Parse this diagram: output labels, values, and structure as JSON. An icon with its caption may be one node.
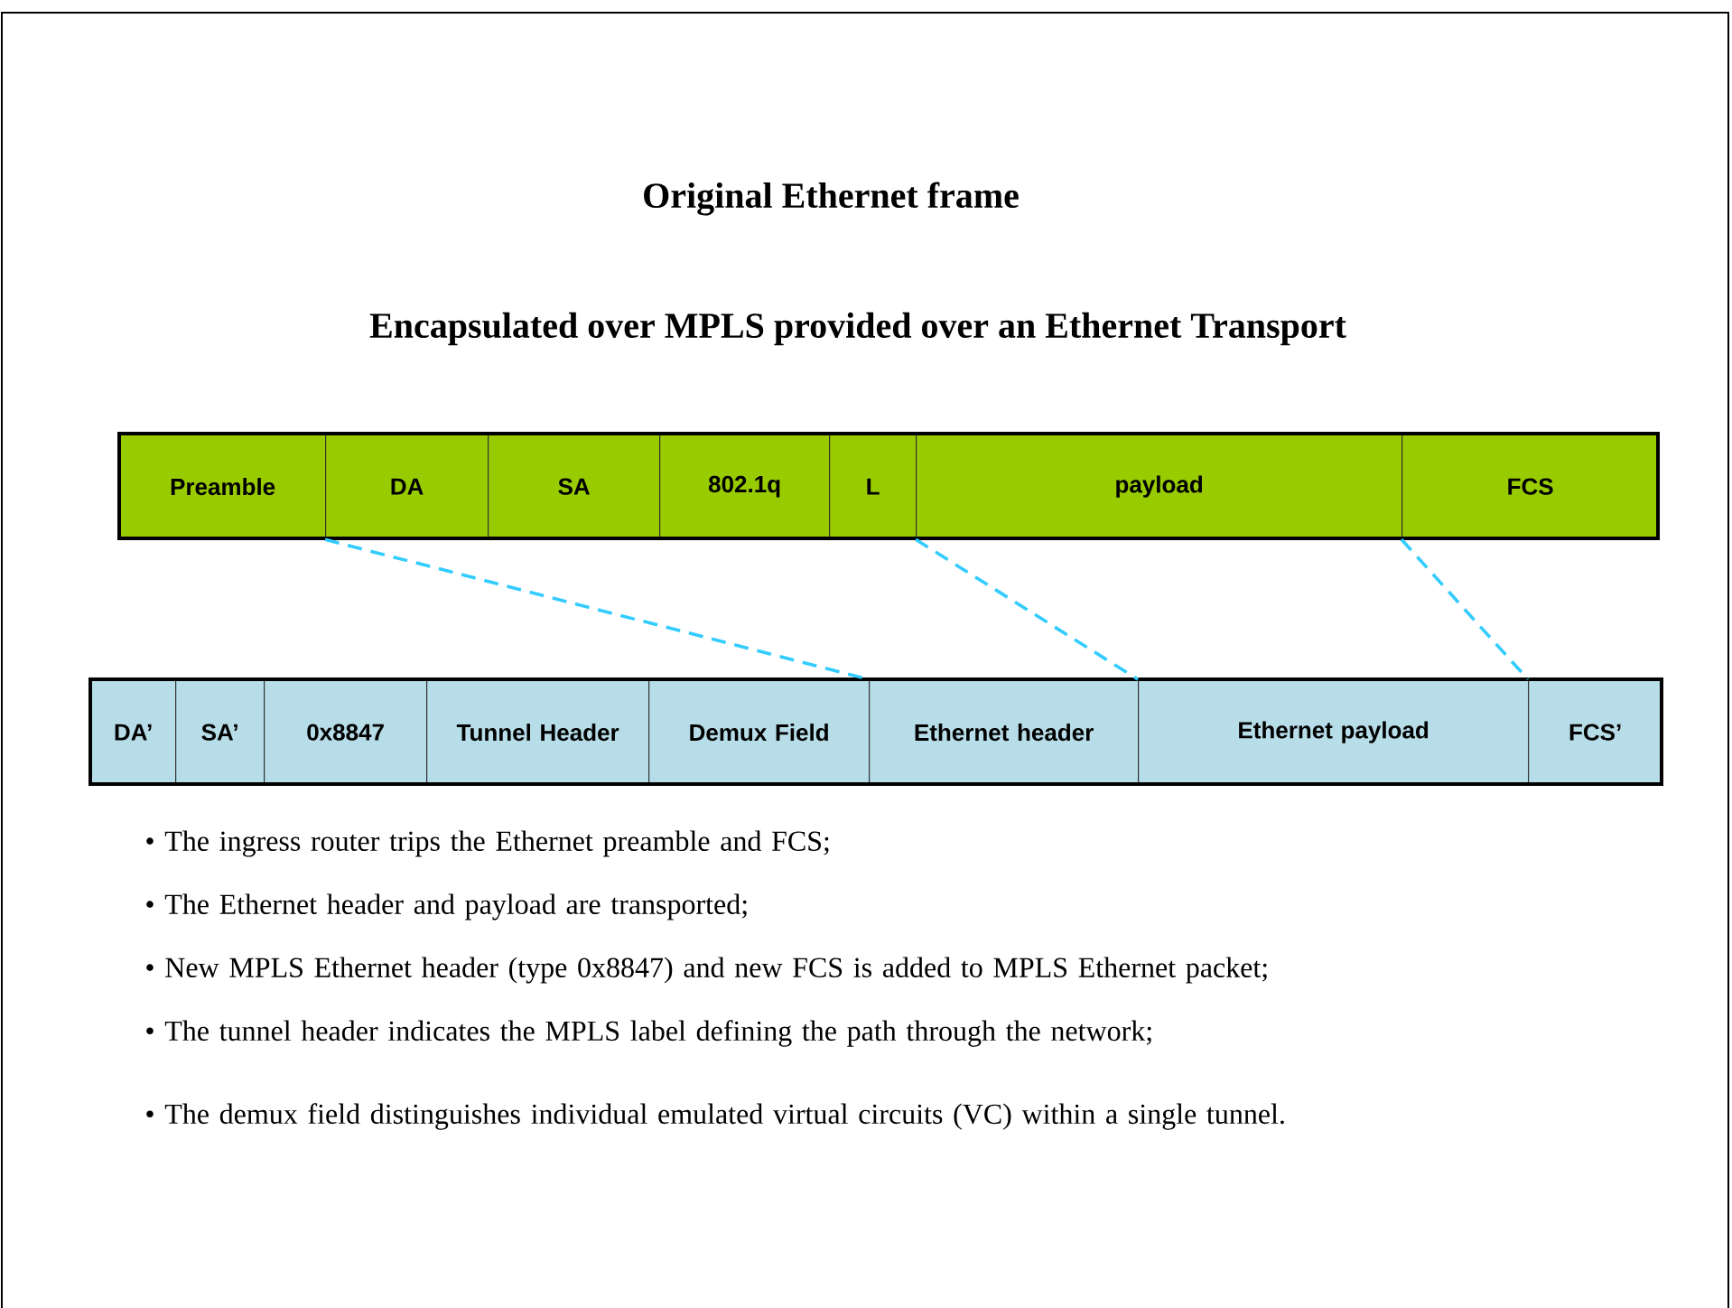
{
  "diagram": {
    "title": "Original Ethernet frame",
    "nodes": [
      {
        "text": [
          "Preamble"
        ]
      },
      {
        "text": [
          "DA"
        ]
      },
      {
        "text": [
          "SA"
        ]
      },
      {
        "text": [
          "802.1q"
        ]
      },
      {
        "text": [
          "L"
        ]
      },
      {
        "text": [
          "payload"
        ]
      },
      {
        "text": [
          "FCS"
        ]
      },
      {
        "text": [
          "DA’"
        ]
      },
      {
        "text": [
          "SA’"
        ]
      },
      {
        "text": [
          "0x8847"
        ]
      },
      {
        "text": [
          "Tunnel Header"
        ]
      },
      {
        "text": [
          "Demux Field"
        ]
      },
      {
        "text": [
          "Ethernet header"
        ]
      },
      {
        "text": [
          "Ethernet payload"
        ]
      },
      {
        "text": [
          "FCS’"
        ]
      }
    ],
    "edges": [
      {
        "from": 1,
        "to": 12,
        "arrow": "none",
        "style": "dashed"
      },
      {
        "from": 5,
        "to": 13,
        "arrow": "none",
        "style": "dashed"
      },
      {
        "from": 6,
        "to": 14,
        "arrow": "none",
        "style": "dashed"
      }
    ],
    "labels": [
      "Encapsulated over MPLS  provided over an Ethernet Transport",
      "• The ingress router trips the Ethernet preamble and FCS;",
      "•  The Ethernet header and payload are transported;",
      "• New MPLS Ethernet header (type 0x8847) and new FCS is added to MPLS Ethernet packet;",
      "• The tunnel header indicates the MPLS label defining the path through the network;",
      "• The demux field distinguishes individual emulated virtual circuits (VC) within a single tunnel."
    ]
  }
}
